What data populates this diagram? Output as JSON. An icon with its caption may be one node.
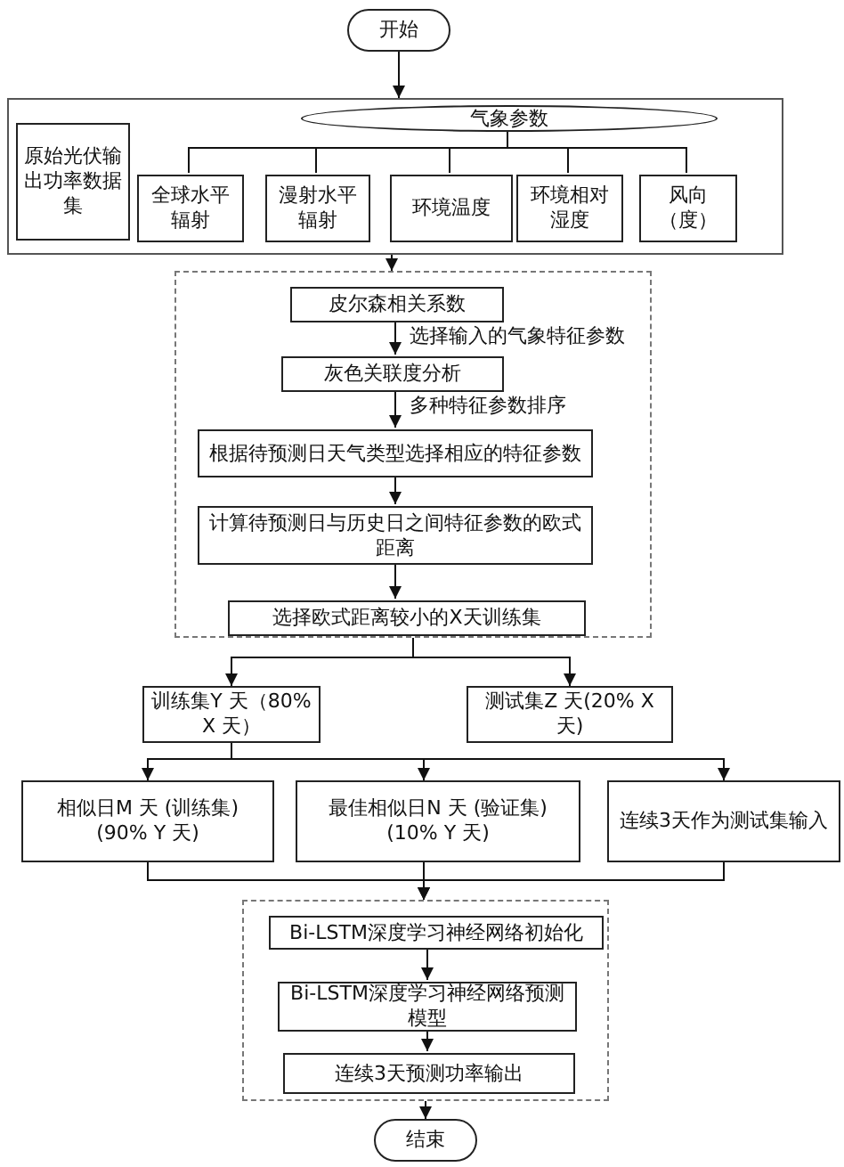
{
  "diagram": {
    "nodes": [
      {
        "text": [
          "开始"
        ]
      },
      {
        "text": [],
        "shape": "box"
      },
      {
        "text": [
          "原始光伏输出功率数据集"
        ],
        "in": 1
      },
      {
        "text": [
          "气象参数"
        ],
        "in": 1
      },
      {
        "text": [
          "全球水平辐射"
        ],
        "in": 1
      },
      {
        "text": [
          "漫射水平辐射"
        ],
        "in": 1
      },
      {
        "text": [
          "环境温度"
        ],
        "in": 1
      },
      {
        "text": [
          "环境相对湿度"
        ],
        "in": 1
      },
      {
        "text": [
          "风向（度）"
        ],
        "in": 1
      },
      {
        "text": [],
        "shape": "box"
      },
      {
        "text": [
          "皮尔森相关系数"
        ],
        "in": 9
      },
      {
        "text": [
          "灰色关联度分析"
        ],
        "in": 9
      },
      {
        "text": [
          "根据待预测日天气类型选择相应的特征参数"
        ],
        "in": 9
      },
      {
        "text": [
          "计算待预测日与历史日之间特征参数的欧式距离"
        ],
        "in": 9
      },
      {
        "text": [
          "选择欧式距离较小的X天训练集"
        ],
        "in": 9
      },
      {
        "text": [
          "训练集Y 天（80% X 天）"
        ]
      },
      {
        "text": [
          "测试集Z 天(20% X 天)"
        ]
      },
      {
        "text": [
          "相似日M 天 (训练集) (90% Y 天)"
        ]
      },
      {
        "text": [
          "最佳相似日N 天 (验证集) (10% Y 天)"
        ]
      },
      {
        "text": [
          "连续3天作为测试集输入"
        ]
      },
      {
        "text": [],
        "shape": "box"
      },
      {
        "text": [
          "Bi-LSTM深度学习神经网络初始化"
        ],
        "in": 20
      },
      {
        "text": [
          "Bi-LSTM深度学习神经网络预测模型"
        ],
        "in": 20
      },
      {
        "text": [
          "连续3天预测功率输出"
        ],
        "in": 20
      },
      {
        "text": [
          "结束"
        ]
      }
    ],
    "edges": [
      {
        "from": 0,
        "to": 1,
        "arrow": "to"
      },
      {
        "from": 3,
        "to": 4,
        "arrow": "none"
      },
      {
        "from": 3,
        "to": 5,
        "arrow": "none"
      },
      {
        "from": 3,
        "to": 6,
        "arrow": "none"
      },
      {
        "from": 3,
        "to": 7,
        "arrow": "none"
      },
      {
        "from": 3,
        "to": 8,
        "arrow": "none"
      },
      {
        "from": 1,
        "to": 9,
        "arrow": "to"
      },
      {
        "from": 10,
        "to": 11,
        "arrow": "to",
        "label": "选择输入的气象特征参数"
      },
      {
        "from": 11,
        "to": 12,
        "arrow": "to",
        "label": "多种特征参数排序"
      },
      {
        "from": 12,
        "to": 13,
        "arrow": "to"
      },
      {
        "from": 13,
        "to": 14,
        "arrow": "to"
      },
      {
        "from": 9,
        "to": 15,
        "arrow": "to"
      },
      {
        "from": 9,
        "to": 16,
        "arrow": "to"
      },
      {
        "from": 15,
        "to": 17,
        "arrow": "to"
      },
      {
        "from": 15,
        "to": 18,
        "arrow": "to"
      },
      {
        "from": 15,
        "to": 19,
        "arrow": "to"
      },
      {
        "from": 17,
        "to": 20,
        "arrow": "to"
      },
      {
        "from": 18,
        "to": 20,
        "arrow": "to"
      },
      {
        "from": 19,
        "to": 20,
        "arrow": "to"
      },
      {
        "from": 21,
        "to": 22,
        "arrow": "to"
      },
      {
        "from": 22,
        "to": 23,
        "arrow": "to"
      },
      {
        "from": 20,
        "to": 24,
        "arrow": "to"
      }
    ]
  }
}
